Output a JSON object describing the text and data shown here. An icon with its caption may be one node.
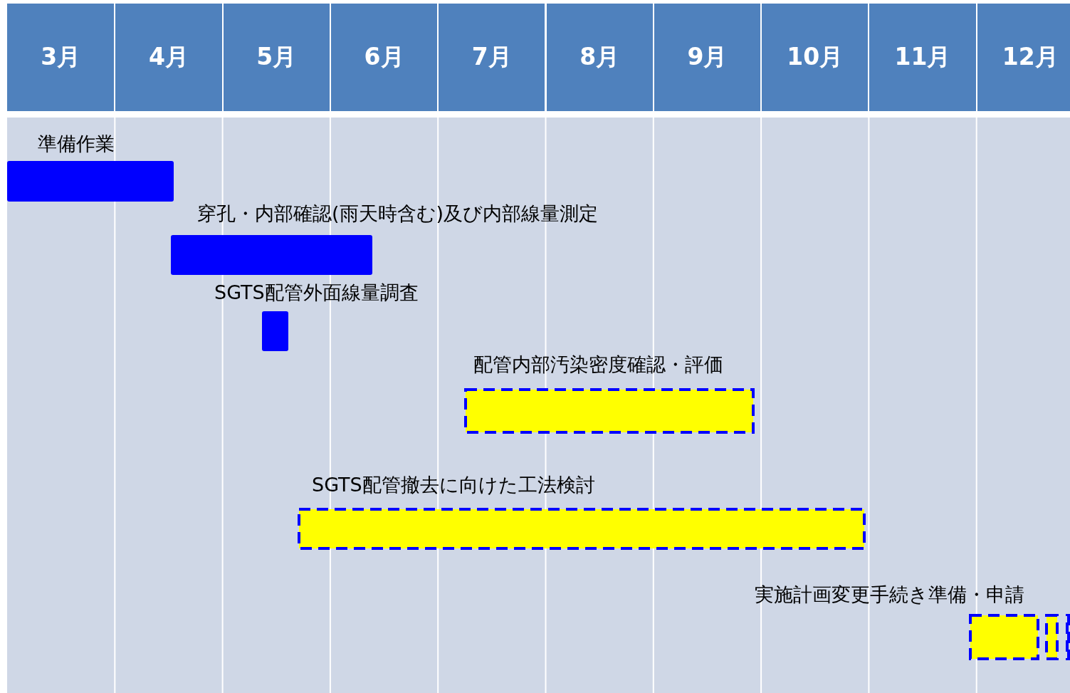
{
  "diagram": {
    "nodes": [
      {
        "text": [
          "3月"
        ]
      },
      {
        "text": [
          "4月"
        ]
      },
      {
        "text": [
          "5月"
        ]
      },
      {
        "text": [
          "6月"
        ]
      },
      {
        "text": [
          "7月"
        ]
      },
      {
        "text": [
          "8月"
        ]
      },
      {
        "text": [
          "9月"
        ]
      },
      {
        "text": [
          "10月"
        ]
      },
      {
        "text": [
          "11月"
        ]
      },
      {
        "text": [
          "12月"
        ]
      },
      {
        "text": [
          "準備作業"
        ]
      },
      {
        "text": [
          "穿孔・内部確認(雨天時含む)及び内部線量測定"
        ]
      },
      {
        "text": [
          "SGTS配管外面線量調査"
        ]
      },
      {
        "text": [
          "配管内部汚染密度確認・評価"
        ]
      },
      {
        "text": [
          "SGTS配管撤去に向けた工法検討"
        ]
      },
      {
        "text": [
          "実施計画変更手続き準備・申請"
        ]
      }
    ]
  }
}
